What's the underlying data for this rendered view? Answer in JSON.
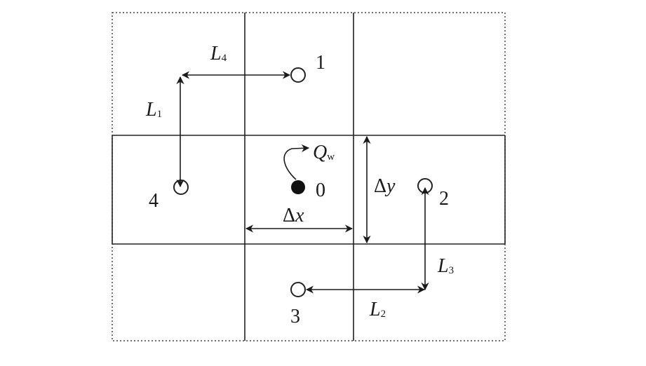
{
  "nodes": [
    {
      "id": "0",
      "label": "0",
      "kind": "well"
    },
    {
      "id": "1",
      "label": "1",
      "kind": "neighbor"
    },
    {
      "id": "2",
      "label": "2",
      "kind": "neighbor"
    },
    {
      "id": "3",
      "label": "3",
      "kind": "neighbor"
    },
    {
      "id": "4",
      "label": "4",
      "kind": "neighbor"
    }
  ],
  "distances": {
    "L1": {
      "base": "L",
      "sub": "1"
    },
    "L2": {
      "base": "L",
      "sub": "2"
    },
    "L3": {
      "base": "L",
      "sub": "3"
    },
    "L4": {
      "base": "L",
      "sub": "4"
    }
  },
  "well_flow": {
    "base": "Q",
    "sub": "w"
  },
  "cell_size": {
    "dx_sym": "Δ",
    "dx_var": "x",
    "dy_sym": "Δ",
    "dy_var": "y"
  }
}
